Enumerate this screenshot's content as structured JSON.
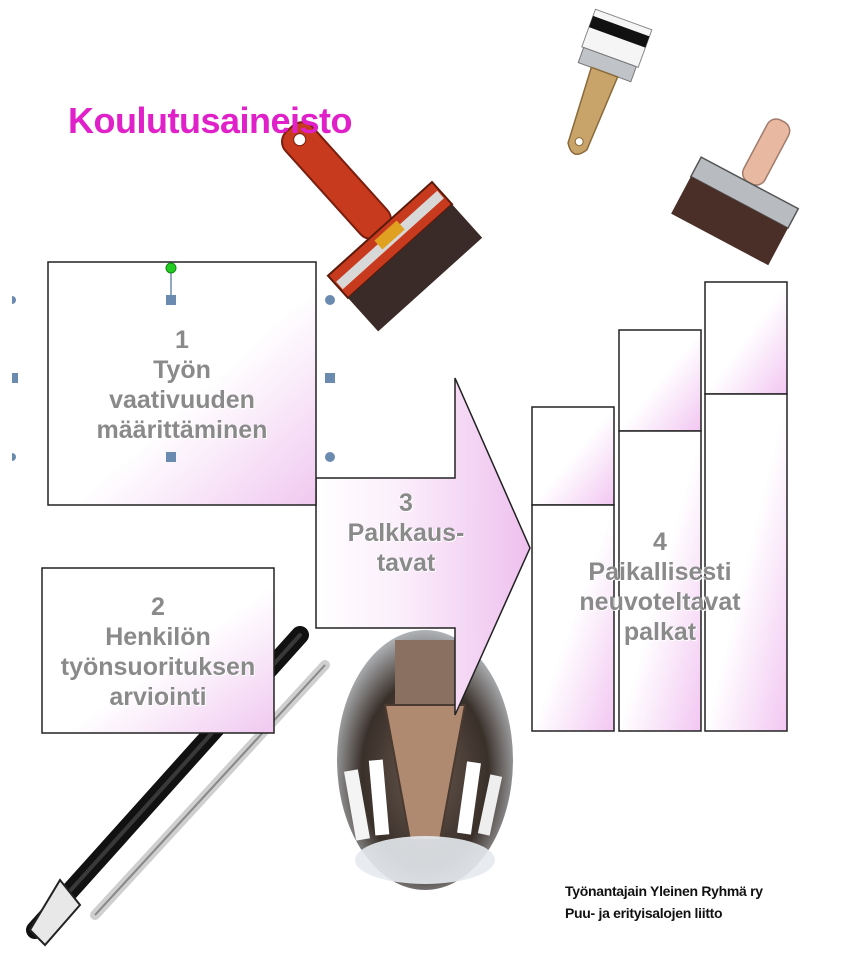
{
  "title": "Koulutusaineisto",
  "colors": {
    "title": "#e020c8",
    "box_fill_light": "#ffffff",
    "box_fill_pink": "#f0c8f0",
    "box_border": "#222222",
    "label_text": "#8a8a8a",
    "brush_red": "#c83a1e",
    "bristles": "#3a2a28",
    "handle_wood": "#c9a46a",
    "handle_pink": "#e8b8a0",
    "selection_handle": "#6a8ab0",
    "rotation_handle": "#22cc22"
  },
  "steps": [
    {
      "number": "1",
      "lines": [
        "Työn",
        "vaativuuden",
        "määrittäminen"
      ]
    },
    {
      "number": "2",
      "lines": [
        "Henkilön",
        "työnsuorituksen",
        "arviointi"
      ]
    },
    {
      "number": "3",
      "lines": [
        "Palkkaus-",
        "tavat"
      ]
    },
    {
      "number": "4",
      "lines": [
        "Paikallisesti",
        "neuvoteltavat",
        "palkat"
      ]
    }
  ],
  "images": [
    {
      "name": "paint-brush-red",
      "icon": "paint-brush-icon"
    },
    {
      "name": "paint-brush-wood",
      "icon": "paint-brush-icon"
    },
    {
      "name": "paint-brush-pink",
      "icon": "paint-brush-icon"
    },
    {
      "name": "artist-brushes",
      "icon": "artist-brush-icon"
    },
    {
      "name": "machine-photo",
      "icon": "machine-icon"
    }
  ],
  "footer": {
    "line1": "Työnantajain Yleinen Ryhmä ry",
    "line2": "Puu- ja erityisalojen liitto"
  }
}
